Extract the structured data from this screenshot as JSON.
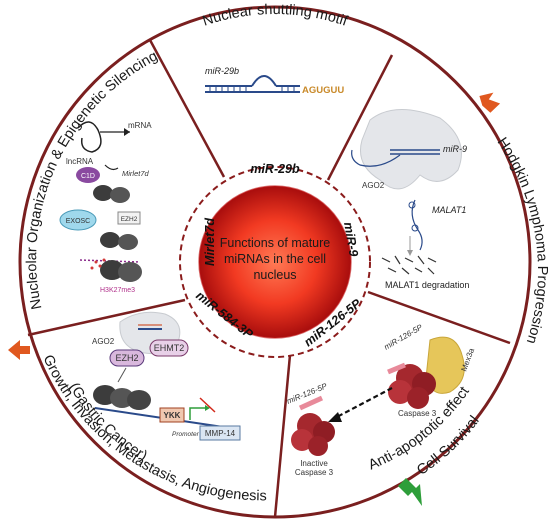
{
  "center": {
    "line1": "Functions of mature",
    "line2": "miRNAs in the cell",
    "line3": "nucleus"
  },
  "ring": {
    "top": "miR-29b",
    "right": "miR-9",
    "bottom_right": "miR-126-5P",
    "bottom_left": "miR-584-3P",
    "left": "Mirlet7d"
  },
  "outer": {
    "top": "Nuclear shuttling motif",
    "right": "Hodgkin Lymphoma Progression",
    "bottom_right_line1": "Anti-apoptotic effect",
    "bottom_right_line2": "Cell Survival",
    "bottom_left_line1": "Growth, Invasion, Metastasis, Angiogenesis",
    "bottom_left_line2": "(Gastric Cancer)",
    "left": "Nucleolar Organization & Epigenetic Silencing"
  },
  "panel_top": {
    "mirna": "miR-29b",
    "motif": "AGUGUU"
  },
  "panel_right": {
    "mirna": "miR-9",
    "ago": "AGO2",
    "target": "MALAT1",
    "degradation": "MALAT1 degradation"
  },
  "panel_bottom_right": {
    "mirna_top": "miR-126-5P",
    "caspase": "Caspase 3",
    "mex": "Mex3a",
    "mirna_left": "miR-126-5P",
    "inactive_line1": "Inactive",
    "inactive_line2": "Caspase 3"
  },
  "panel_bottom_left": {
    "ago": "AGO2",
    "ehmt": "EHMT2",
    "ezh": "EZH2",
    "yk": "YKK",
    "promoter": "Promoter",
    "mmp": "MMP-14"
  },
  "panel_left": {
    "mrna": "mRNA",
    "lncrna": "lncRNA",
    "c1d": "C1D",
    "mirlet": "Mirlet7d",
    "exosc": "EXOSC",
    "ezh": "EZH2",
    "h3k": "H3K27me3"
  },
  "colors": {
    "ring_border": "#7a1f1f",
    "core_center": "#ff5a3c",
    "core_edge": "#b01010",
    "arrow_orange": "#e0581f",
    "arrow_green": "#2e9e3a",
    "motif_orange": "#c98a2a"
  },
  "icons": [
    "rna-hairpin-icon",
    "nucleosome-icon",
    "ribosome-icon",
    "caspase-icon",
    "orange-arrow-icon",
    "green-arrow-icon"
  ]
}
